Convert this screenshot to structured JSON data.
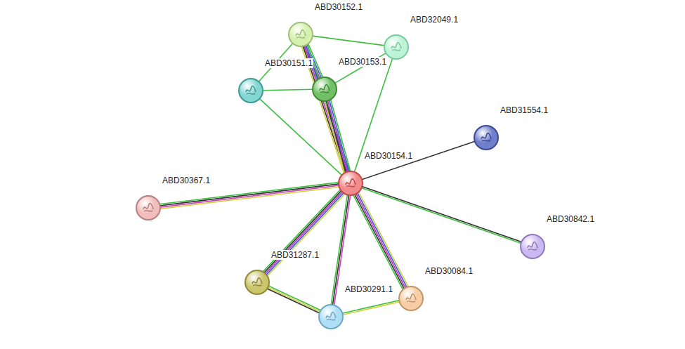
{
  "diagram": {
    "nodes": [
      {
        "text": [
          "ABD30152.1"
        ]
      },
      {
        "text": [
          "ABD32049.1"
        ]
      },
      {
        "text": [
          "ABD30151.1"
        ]
      },
      {
        "text": [
          "ABD30153.1"
        ]
      },
      {
        "text": [
          "ABD31554.1"
        ]
      },
      {
        "text": [
          "ABD30154.1"
        ]
      },
      {
        "text": [
          "ABD30367.1"
        ]
      },
      {
        "text": [
          "ABD30842.1"
        ]
      },
      {
        "text": [
          "ABD31287.1"
        ]
      },
      {
        "text": [
          "ABD30084.1"
        ]
      },
      {
        "text": [
          "ABD30291.1"
        ]
      }
    ],
    "edges": [
      {
        "from": 0,
        "to": 1,
        "arrow": "none"
      },
      {
        "from": 0,
        "to": 2,
        "arrow": "none"
      },
      {
        "from": 0,
        "to": 3,
        "arrow": "none"
      },
      {
        "from": 0,
        "to": 5,
        "arrow": "none"
      },
      {
        "from": 2,
        "to": 3,
        "arrow": "none"
      },
      {
        "from": 2,
        "to": 5,
        "arrow": "none"
      },
      {
        "from": 3,
        "to": 1,
        "arrow": "none"
      },
      {
        "from": 3,
        "to": 5,
        "arrow": "none"
      },
      {
        "from": 1,
        "to": 5,
        "arrow": "none"
      },
      {
        "from": 4,
        "to": 5,
        "arrow": "none"
      },
      {
        "from": 5,
        "to": 6,
        "arrow": "none"
      },
      {
        "from": 5,
        "to": 7,
        "arrow": "none"
      },
      {
        "from": 5,
        "to": 8,
        "arrow": "none"
      },
      {
        "from": 5,
        "to": 10,
        "arrow": "none"
      },
      {
        "from": 5,
        "to": 9,
        "arrow": "none"
      },
      {
        "from": 8,
        "to": 10,
        "arrow": "none"
      },
      {
        "from": 10,
        "to": 9,
        "arrow": "none"
      }
    ]
  }
}
